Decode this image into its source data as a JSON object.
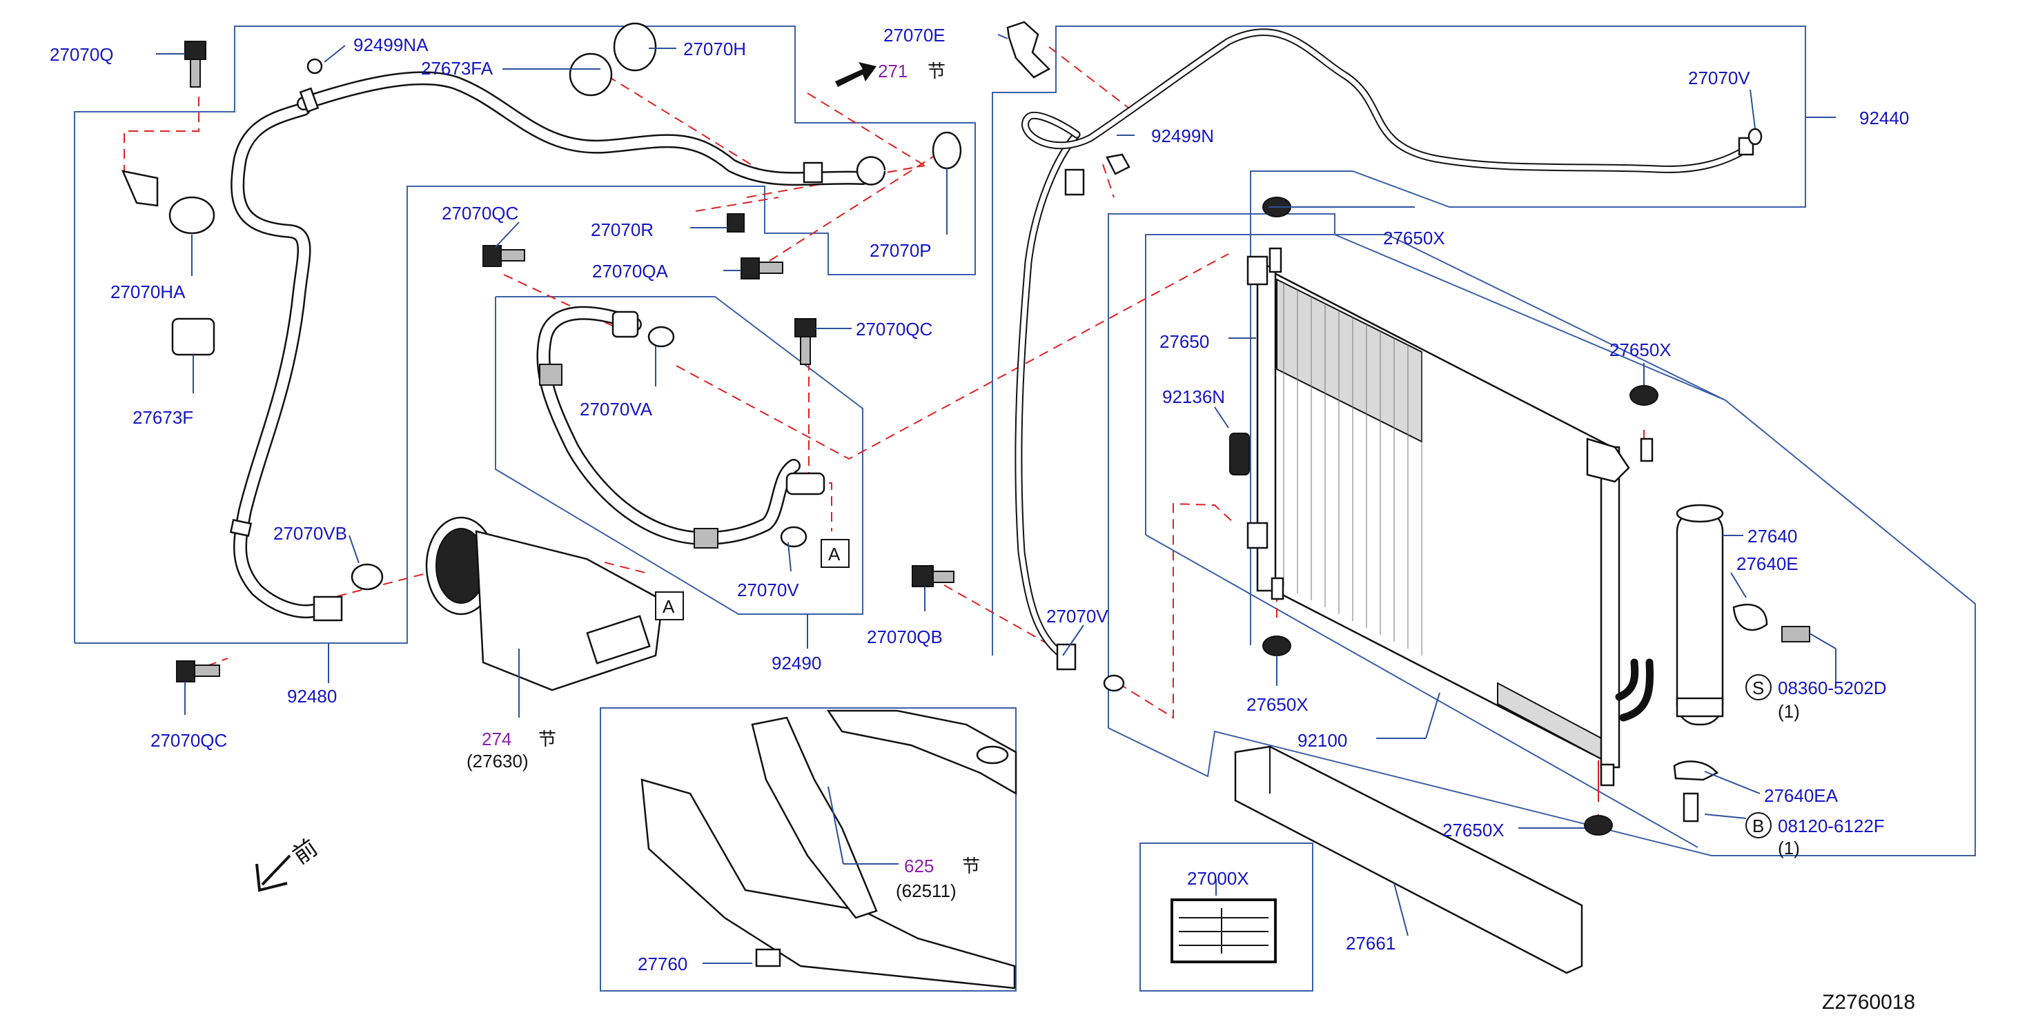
{
  "diagram_code": "Z2760018",
  "labels": {
    "p27070Q": "27070Q",
    "p92499NA": "92499NA",
    "p27673FA": "27673FA",
    "p27070H": "27070H",
    "p27070E": "27070E",
    "p271": "271",
    "jie271": "节",
    "p27070V_top": "27070V",
    "p92440": "92440",
    "p92499N": "92499N",
    "p27070HA": "27070HA",
    "p27673F": "27673F",
    "p27070QC_a": "27070QC",
    "p27070R": "27070R",
    "p27070QA": "27070QA",
    "p27070P": "27070P",
    "p27650X_a": "27650X",
    "p27650": "27650",
    "p27070QC_b": "27070QC",
    "p27650X_b": "27650X",
    "p27070VA": "27070VA",
    "p92136N": "92136N",
    "p27070VB": "27070VB",
    "ref_A1": "A",
    "ref_A2": "A",
    "p27640": "27640",
    "p27640E": "27640E",
    "p27070V_mid": "27070V",
    "p27070V_b": "27070V",
    "p27070QB": "27070QB",
    "p92480": "92480",
    "p92490": "92490",
    "s_marker": "S",
    "p08360": "08360-5202D",
    "qty1": "(1)",
    "p27070QC_c": "27070QC",
    "p274": "274",
    "jie274": "节",
    "p27630": "(27630)",
    "p27650X_c": "27650X",
    "p92100": "92100",
    "p27640EA": "27640EA",
    "b_marker": "B",
    "p08120": "08120-6122F",
    "qty2": "(1)",
    "p27650X_d": "27650X",
    "front": "前",
    "p625": "625",
    "jie625": "节",
    "p62511": "(62511)",
    "p27000X": "27000X",
    "p27661": "27661",
    "p27760": "27760"
  },
  "colors": {
    "part_number": "#1414c8",
    "section_number": "#8a1fb0",
    "leader_box": "#3a5ea8",
    "connection_dash": "#e02020"
  }
}
